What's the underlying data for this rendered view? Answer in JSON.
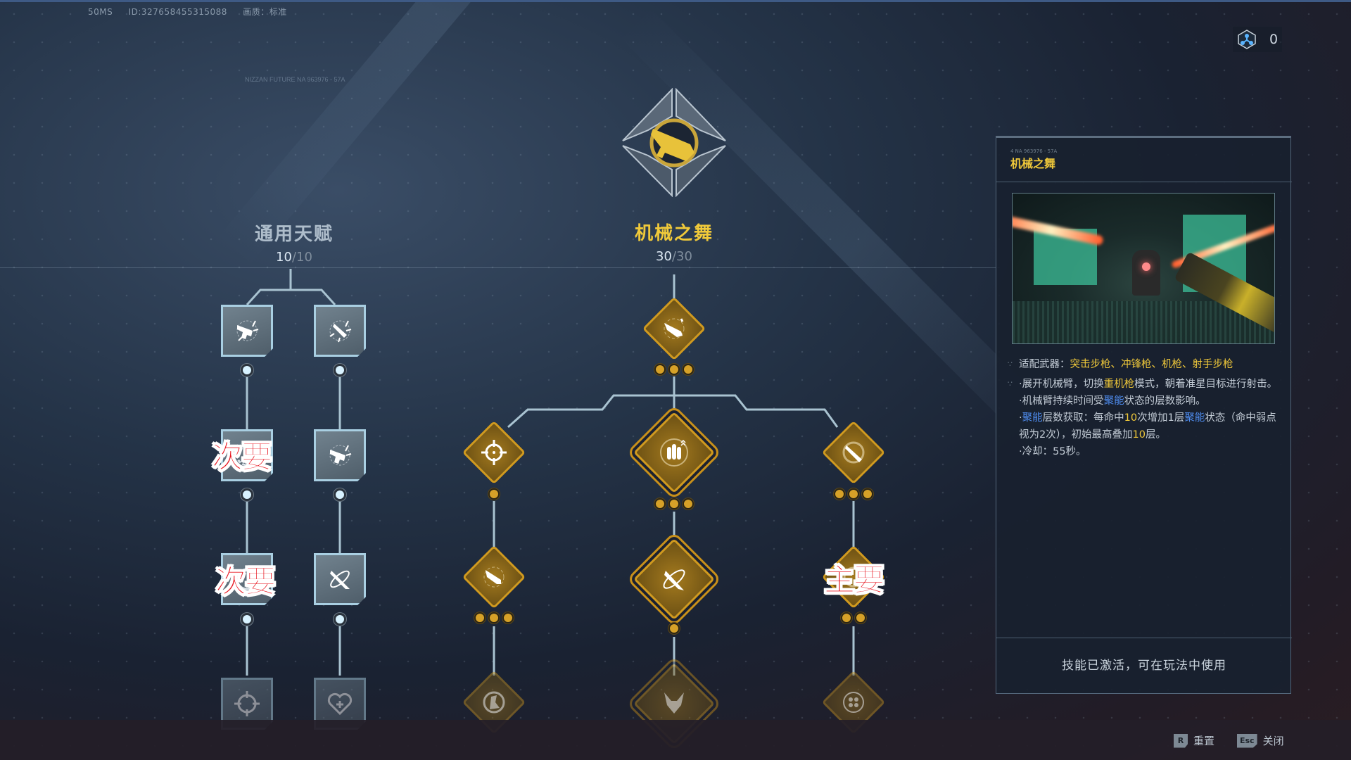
{
  "status_bar": {
    "ping": "50MS",
    "id": "ID:327658455315088",
    "quality": "画质：标准"
  },
  "deco_text": "NIZZAN FUTURE NA 963976 - 57A",
  "points": {
    "icon": "talent-point-icon",
    "value": "0"
  },
  "general_tree": {
    "title": "通用天赋",
    "current": "10",
    "max": "/10",
    "nodes": [
      {
        "col": 1,
        "row": 1,
        "icon": "pistol-burst-icon",
        "state": "active"
      },
      {
        "col": 2,
        "row": 1,
        "icon": "bullet-burst-icon",
        "state": "active"
      },
      {
        "col": 1,
        "row": 2,
        "icon": "ring-icon",
        "state": "active",
        "tag": "次要"
      },
      {
        "col": 2,
        "row": 2,
        "icon": "pistol-burst-icon",
        "state": "active"
      },
      {
        "col": 1,
        "row": 3,
        "icon": "ring-icon",
        "state": "active",
        "tag": "次要"
      },
      {
        "col": 2,
        "row": 3,
        "icon": "spinning-bullet-icon",
        "state": "active"
      },
      {
        "col": 1,
        "row": 4,
        "icon": "crosshair-icon",
        "state": "locked"
      },
      {
        "col": 2,
        "row": 4,
        "icon": "heart-plus-icon",
        "state": "locked"
      }
    ]
  },
  "skill_tree": {
    "title": "机械之舞",
    "current": "30",
    "max": "/30",
    "emblem_icon": "machine-gun-emblem-icon",
    "nodes": [
      {
        "id": "root",
        "icon": "machine-gun-icon",
        "level": 3
      },
      {
        "id": "r2-left",
        "icon": "crosshair-icon",
        "level": 1
      },
      {
        "id": "r2-mid",
        "icon": "bullets-icon",
        "level": 3,
        "big": true
      },
      {
        "id": "r2-right",
        "icon": "gun-slash-icon",
        "level": 3
      },
      {
        "id": "r3-left",
        "icon": "machine-gun-icon",
        "level": 3
      },
      {
        "id": "r3-mid",
        "icon": "spinning-bullet-icon",
        "level": 1,
        "big": true
      },
      {
        "id": "r3-right",
        "icon": "target-icon",
        "level": 2,
        "tag": "主要"
      },
      {
        "id": "r4-left",
        "icon": "beast-icon",
        "locked": true
      },
      {
        "id": "r4-mid",
        "icon": "skull-horns-icon",
        "locked": true,
        "big": true
      },
      {
        "id": "r4-right",
        "icon": "cluster-icon",
        "locked": true
      }
    ]
  },
  "detail_panel": {
    "code": "4 NA 963976 - 57A",
    "title": "机械之舞",
    "weapons_label": "适配武器：",
    "weapons": "突击步枪、冲锋枪、机枪、射手步枪",
    "d1a": "·展开机械臂，切换",
    "d1b": "重机枪",
    "d1c": "模式，朝着准星目标进行射击。",
    "d2a": "·机械臂持续时间受",
    "d2b": "聚能",
    "d2c": "状态的层数影响。",
    "d3a": "·",
    "d3b": "聚能",
    "d3c": "层数获取：每命中",
    "d3d": "10",
    "d3e": "次增加1层",
    "d3f": "聚能",
    "d3g": "状态（命中弱点视为2次），初始最高叠加",
    "d3h": "10",
    "d3i": "层。",
    "d4": "·冷却：55秒。",
    "status": "技能已激活，可在玩法中使用"
  },
  "footer": {
    "reset_key": "R",
    "reset_label": "重置",
    "close_key": "Esc",
    "close_label": "关闭"
  },
  "colors": {
    "gold": "#d19a1e",
    "accent_yellow": "#f0c93a",
    "accent_blue": "#4f8df0",
    "tag_red": "#e8141e",
    "node_border": "#a9cfe2"
  }
}
